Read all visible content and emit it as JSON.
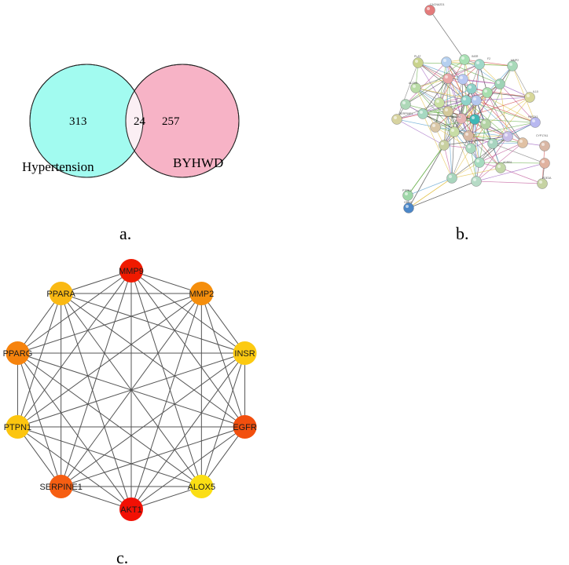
{
  "panels": {
    "a": {
      "caption": "a."
    },
    "b": {
      "caption": "b."
    },
    "c": {
      "caption": "c."
    }
  },
  "venn": {
    "left_count": "313",
    "overlap_count": "24",
    "right_count": "257",
    "left_label": "Hypertension",
    "right_label": "BYHWD",
    "left_color": "#a2fbf0",
    "right_color": "#f7b3c6",
    "overlap_color": "#fbeff4"
  },
  "ppi_network": {
    "node_labels": [
      "CACNA2D1",
      "PLAT",
      "INSR",
      "F2",
      "MMP2",
      "IL10",
      "HMOX1",
      "ALOX5",
      "CYP17A1",
      "PDE3A",
      "ADRB1",
      "PTPN1",
      "GRIN1",
      "SERPINE1",
      "APOA1",
      "NR3C1"
    ]
  },
  "hub_network": {
    "nodes": [
      {
        "label": "MMP9",
        "color": "#f01a00"
      },
      {
        "label": "MMP2",
        "color": "#f58e0c"
      },
      {
        "label": "INSR",
        "color": "#fcca11"
      },
      {
        "label": "EGFR",
        "color": "#f24f0e"
      },
      {
        "label": "ALOX5",
        "color": "#fbde14"
      },
      {
        "label": "AKT1",
        "color": "#f21004"
      },
      {
        "label": "SERPINE1",
        "color": "#f65e12"
      },
      {
        "label": "PTPN1",
        "color": "#fcc50f"
      },
      {
        "label": "PPARG",
        "color": "#f6830d"
      },
      {
        "label": "PPARA",
        "color": "#fab913"
      }
    ]
  }
}
